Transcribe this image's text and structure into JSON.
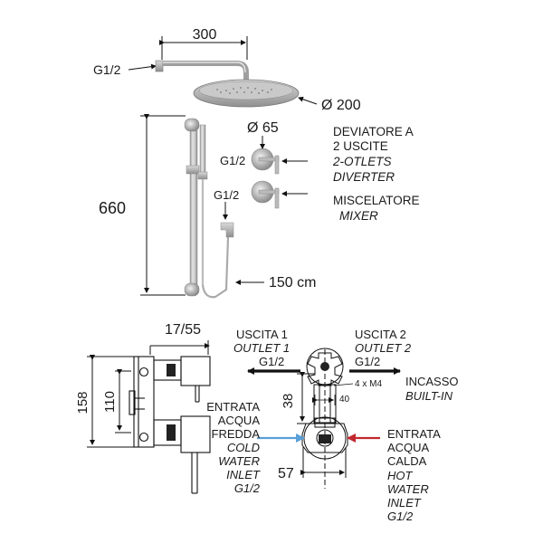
{
  "top": {
    "arm_length": "300",
    "arm_connection": "G1/2",
    "head_diameter": "Ø 200",
    "bar_height": "660",
    "hose_length": "150 cm",
    "diverter": {
      "diameter": "Ø 65",
      "connection": "G1/2",
      "label_it_1": "DEVIATORE A",
      "label_it_2": "2 USCITE",
      "label_en_1": "2-OTLETS",
      "label_en_2": "DIVERTER"
    },
    "mixer": {
      "connection": "G1/2",
      "label_it": "MISCELATORE",
      "label_en": "MIXER"
    }
  },
  "bottom": {
    "depth": "17/55",
    "height_total": "158",
    "height_inner": "110",
    "spacing_vertical": "38",
    "spacing_small": "40",
    "width": "57",
    "screws": "4 x M4",
    "outlet1": {
      "it": "USCITA 1",
      "en": "OUTLET 1",
      "conn": "G1/2"
    },
    "outlet2": {
      "it": "USCITA 2",
      "en": "OUTLET 2",
      "conn": "G1/2"
    },
    "builtin": {
      "it": "INCASSO",
      "en": "BUILT-IN"
    },
    "cold_inlet": [
      "ENTRATA",
      "ACQUA",
      "FREDDA"
    ],
    "cold_inlet_en": [
      "COLD",
      "WATER",
      "INLET",
      "G1/2"
    ],
    "hot_inlet": [
      "ENTRATA",
      "ACQUA",
      "CALDA"
    ],
    "hot_inlet_en": [
      "HOT",
      "WATER",
      "INLET",
      "G1/2"
    ],
    "colors": {
      "cold": "#5aa0d8",
      "hot": "#c0282d",
      "black": "#111111"
    }
  }
}
